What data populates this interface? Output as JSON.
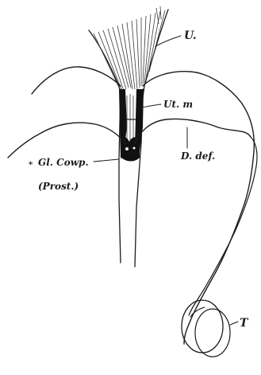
{
  "labels": {
    "u": "U.",
    "ut_m": "Ut. m",
    "d_def": "D. def.",
    "gl_cowp": "Gl. Cowp.",
    "prost": "(Prost.)",
    "t": "T",
    "asterisk": "*"
  }
}
